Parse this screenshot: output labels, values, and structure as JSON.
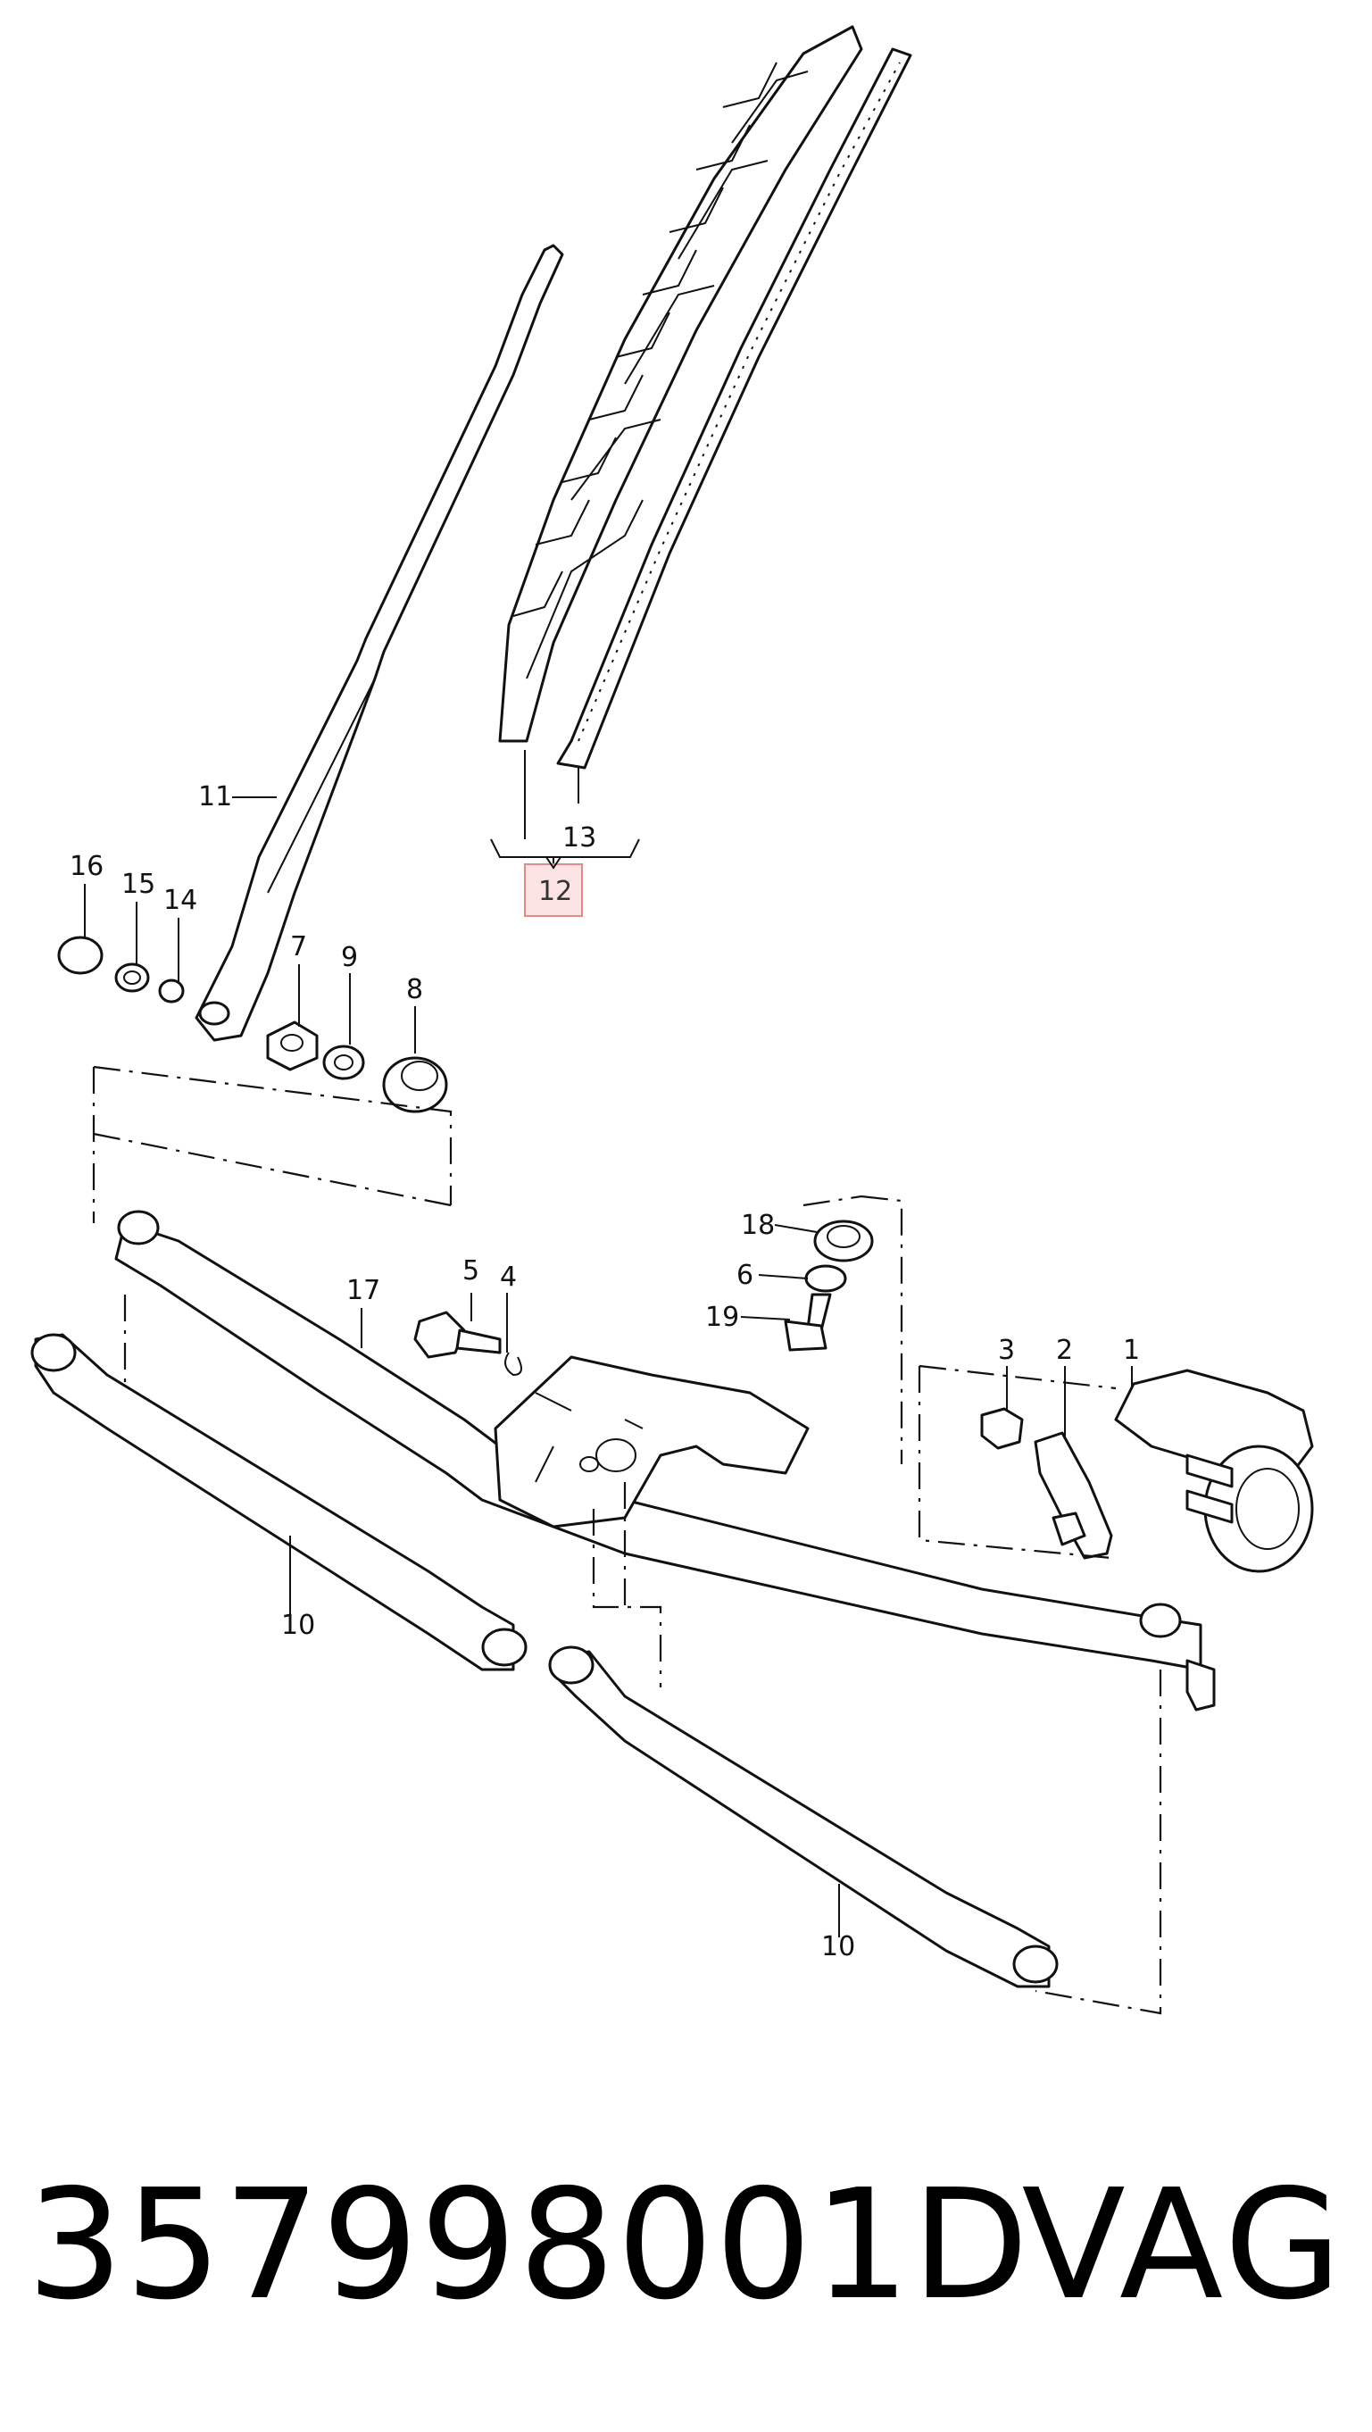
{
  "diagram": {
    "callouts": [
      {
        "id": "1",
        "label": "1"
      },
      {
        "id": "2",
        "label": "2"
      },
      {
        "id": "3",
        "label": "3"
      },
      {
        "id": "4",
        "label": "4"
      },
      {
        "id": "5",
        "label": "5"
      },
      {
        "id": "6",
        "label": "6"
      },
      {
        "id": "7",
        "label": "7"
      },
      {
        "id": "8",
        "label": "8"
      },
      {
        "id": "9",
        "label": "9"
      },
      {
        "id": "10a",
        "label": "10"
      },
      {
        "id": "10b",
        "label": "10"
      },
      {
        "id": "11",
        "label": "11"
      },
      {
        "id": "12",
        "label": "12"
      },
      {
        "id": "13",
        "label": "13"
      },
      {
        "id": "14",
        "label": "14"
      },
      {
        "id": "15",
        "label": "15"
      },
      {
        "id": "16",
        "label": "16"
      },
      {
        "id": "17",
        "label": "17"
      },
      {
        "id": "18",
        "label": "18"
      },
      {
        "id": "19",
        "label": "19"
      }
    ],
    "highlighted_callout": "12",
    "colors": {
      "line": "#111111",
      "highlight_fill": "#fde4e4",
      "highlight_border": "#e08a8a"
    }
  },
  "footer": {
    "part_number": "357998001D",
    "brand": "VAG"
  }
}
